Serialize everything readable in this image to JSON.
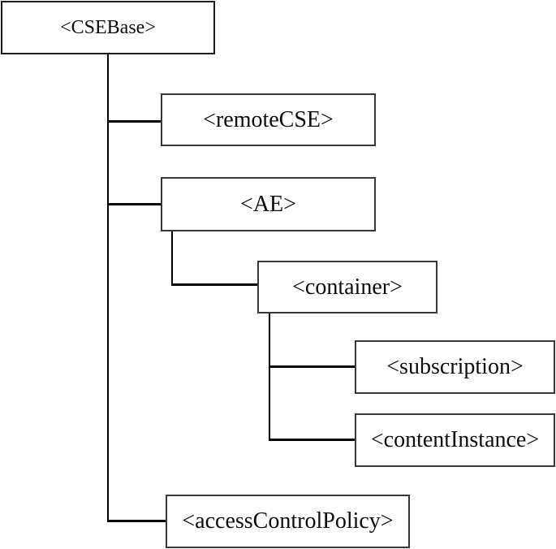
{
  "diagram": {
    "type": "tree",
    "nodes": {
      "csebase": {
        "label": "<CSEBase>",
        "level": 0,
        "parent": null
      },
      "remotecse": {
        "label": "<remoteCSE>",
        "level": 1,
        "parent": "csebase"
      },
      "ae": {
        "label": "<AE>",
        "level": 1,
        "parent": "csebase"
      },
      "container": {
        "label": "<container>",
        "level": 2,
        "parent": "ae"
      },
      "subscription": {
        "label": "<subscription>",
        "level": 3,
        "parent": "container"
      },
      "contentinstance": {
        "label": "<contentInstance>",
        "level": 3,
        "parent": "container"
      },
      "accesscontrolpolicy": {
        "label": "<accessControlPolicy>",
        "level": 1,
        "parent": "csebase"
      }
    },
    "colors": {
      "background": "#ffffff",
      "box_border": "#383838",
      "connector_line": "#000000",
      "text": "#0d0d0d"
    }
  }
}
